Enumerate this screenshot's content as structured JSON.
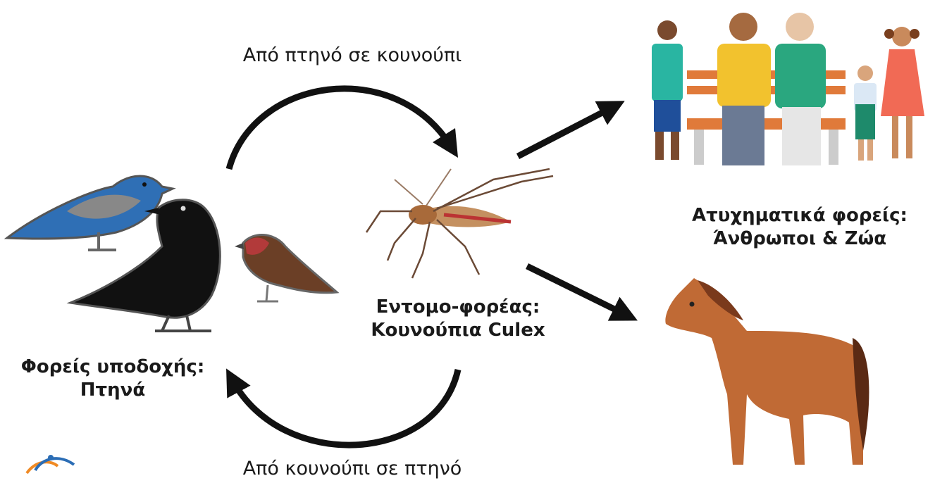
{
  "top_arrow_label": "Από πτηνό σε κουνούπι",
  "bottom_arrow_label": "Από κουνούπι σε πτηνό",
  "reservoir": {
    "line1": "Φορείς υποδοχής:",
    "line2": "Πτηνά"
  },
  "vector": {
    "line1": "Εντομο-φορέας:",
    "line2": "Κουνούπια Culex"
  },
  "incidental": {
    "line1": "Ατυχηματικά φορείς:",
    "line2": "Άνθρωποι & Ζώα"
  },
  "colors": {
    "arrow": "#111111",
    "blue_bird": "#2f6fb5",
    "crow": "#111111",
    "finch": "#6b3f26",
    "horse": "#c06a35",
    "bench": "#e07a3a"
  },
  "icons": [
    "blue-bird-icon",
    "crow-icon",
    "finch-icon",
    "mosquito-icon",
    "family-group-icon",
    "horse-icon",
    "logo-icon"
  ]
}
